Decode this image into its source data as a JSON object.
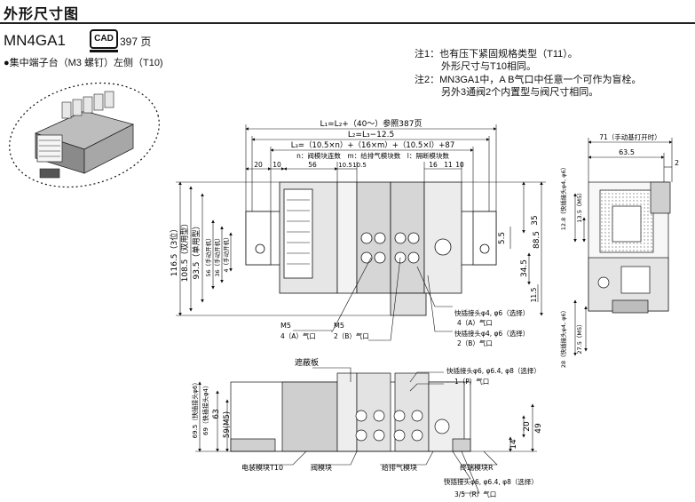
{
  "header": {
    "title": "外形尺寸图"
  },
  "model": {
    "name": "MN4GA1",
    "cad_badge": "CAD",
    "cad_page": "397 页"
  },
  "subtitle": "●集中端子台（M3 螺钉）左侧（T10)",
  "notes": [
    "注1：也有压下紧固规格类型（T11）。",
    "外形尺寸与T10相同。",
    "注2：MN3GA1中，A B气口中任意一个可作为盲栓。",
    "另外3通阀2个内置型与阀尺寸相同。"
  ],
  "top_dims": {
    "l1": "L₁=L₂+（40～）参照387页",
    "l2": "L₂=L₃−12.5",
    "l3": "L₃=（10.5×n）+（16×m）+（10.5×l）+87",
    "legend": "n：阀模块连数　m：给排气模块数　l：隔断模块数",
    "d20": "20",
    "d10": "10",
    "d56": "56",
    "d105a": "10.5",
    "d105b": "10.5",
    "d16": "16",
    "d11": "11",
    "d10b": "10"
  },
  "left_vert": {
    "d1165": "116.5（3位）",
    "d1085": "108.5（双用型）",
    "d935": "93.5（单用型）",
    "d56": "56（手动开机）",
    "d36": "36（手动开机）",
    "d4": "4（手动开机）"
  },
  "right_vert": {
    "d35": "35",
    "d55": "5.5",
    "d885": "88.5",
    "d345": "34.5",
    "d115": "11.5"
  },
  "port_labels": {
    "m5_a": "M5",
    "m5_b": "M5",
    "port4a": "4（A）气口",
    "port2b": "2（B）气口",
    "quick1": "快插接头φ4, φ6（选择）",
    "quick1_port": "4（A）气口",
    "quick2": "快插接头φ4, φ6（选择）",
    "quick2_port": "2（B）气口"
  },
  "side_view": {
    "d71": "71（手动基打开时）",
    "d635": "63.5",
    "d2": "2",
    "v128": "12.8（快插接头φ4, φ6）",
    "v135": "13.5（M5）",
    "v28": "28（快插接头φ4, φ6）",
    "v275": "27.5（M5）"
  },
  "bottom_view": {
    "shield": "遮蔽板",
    "quick_top": "快插接头φ6, φ6.4, φ8（选择）",
    "port_p": "1（P）气口",
    "v695": "69.5（快插接头φ6）",
    "v69": "69（快插接头φ4）",
    "v63": "63",
    "v59": "59(M5)",
    "v49": "49",
    "v20": "20",
    "v14": "14",
    "terminal": "电装模块T10",
    "valve": "阀模块",
    "supply": "给排气模块",
    "end_block": "终端模块R",
    "quick_bot": "快插接头φ6, φ6.4, φ8（选择）",
    "port_r": "3/5（R）气口"
  }
}
